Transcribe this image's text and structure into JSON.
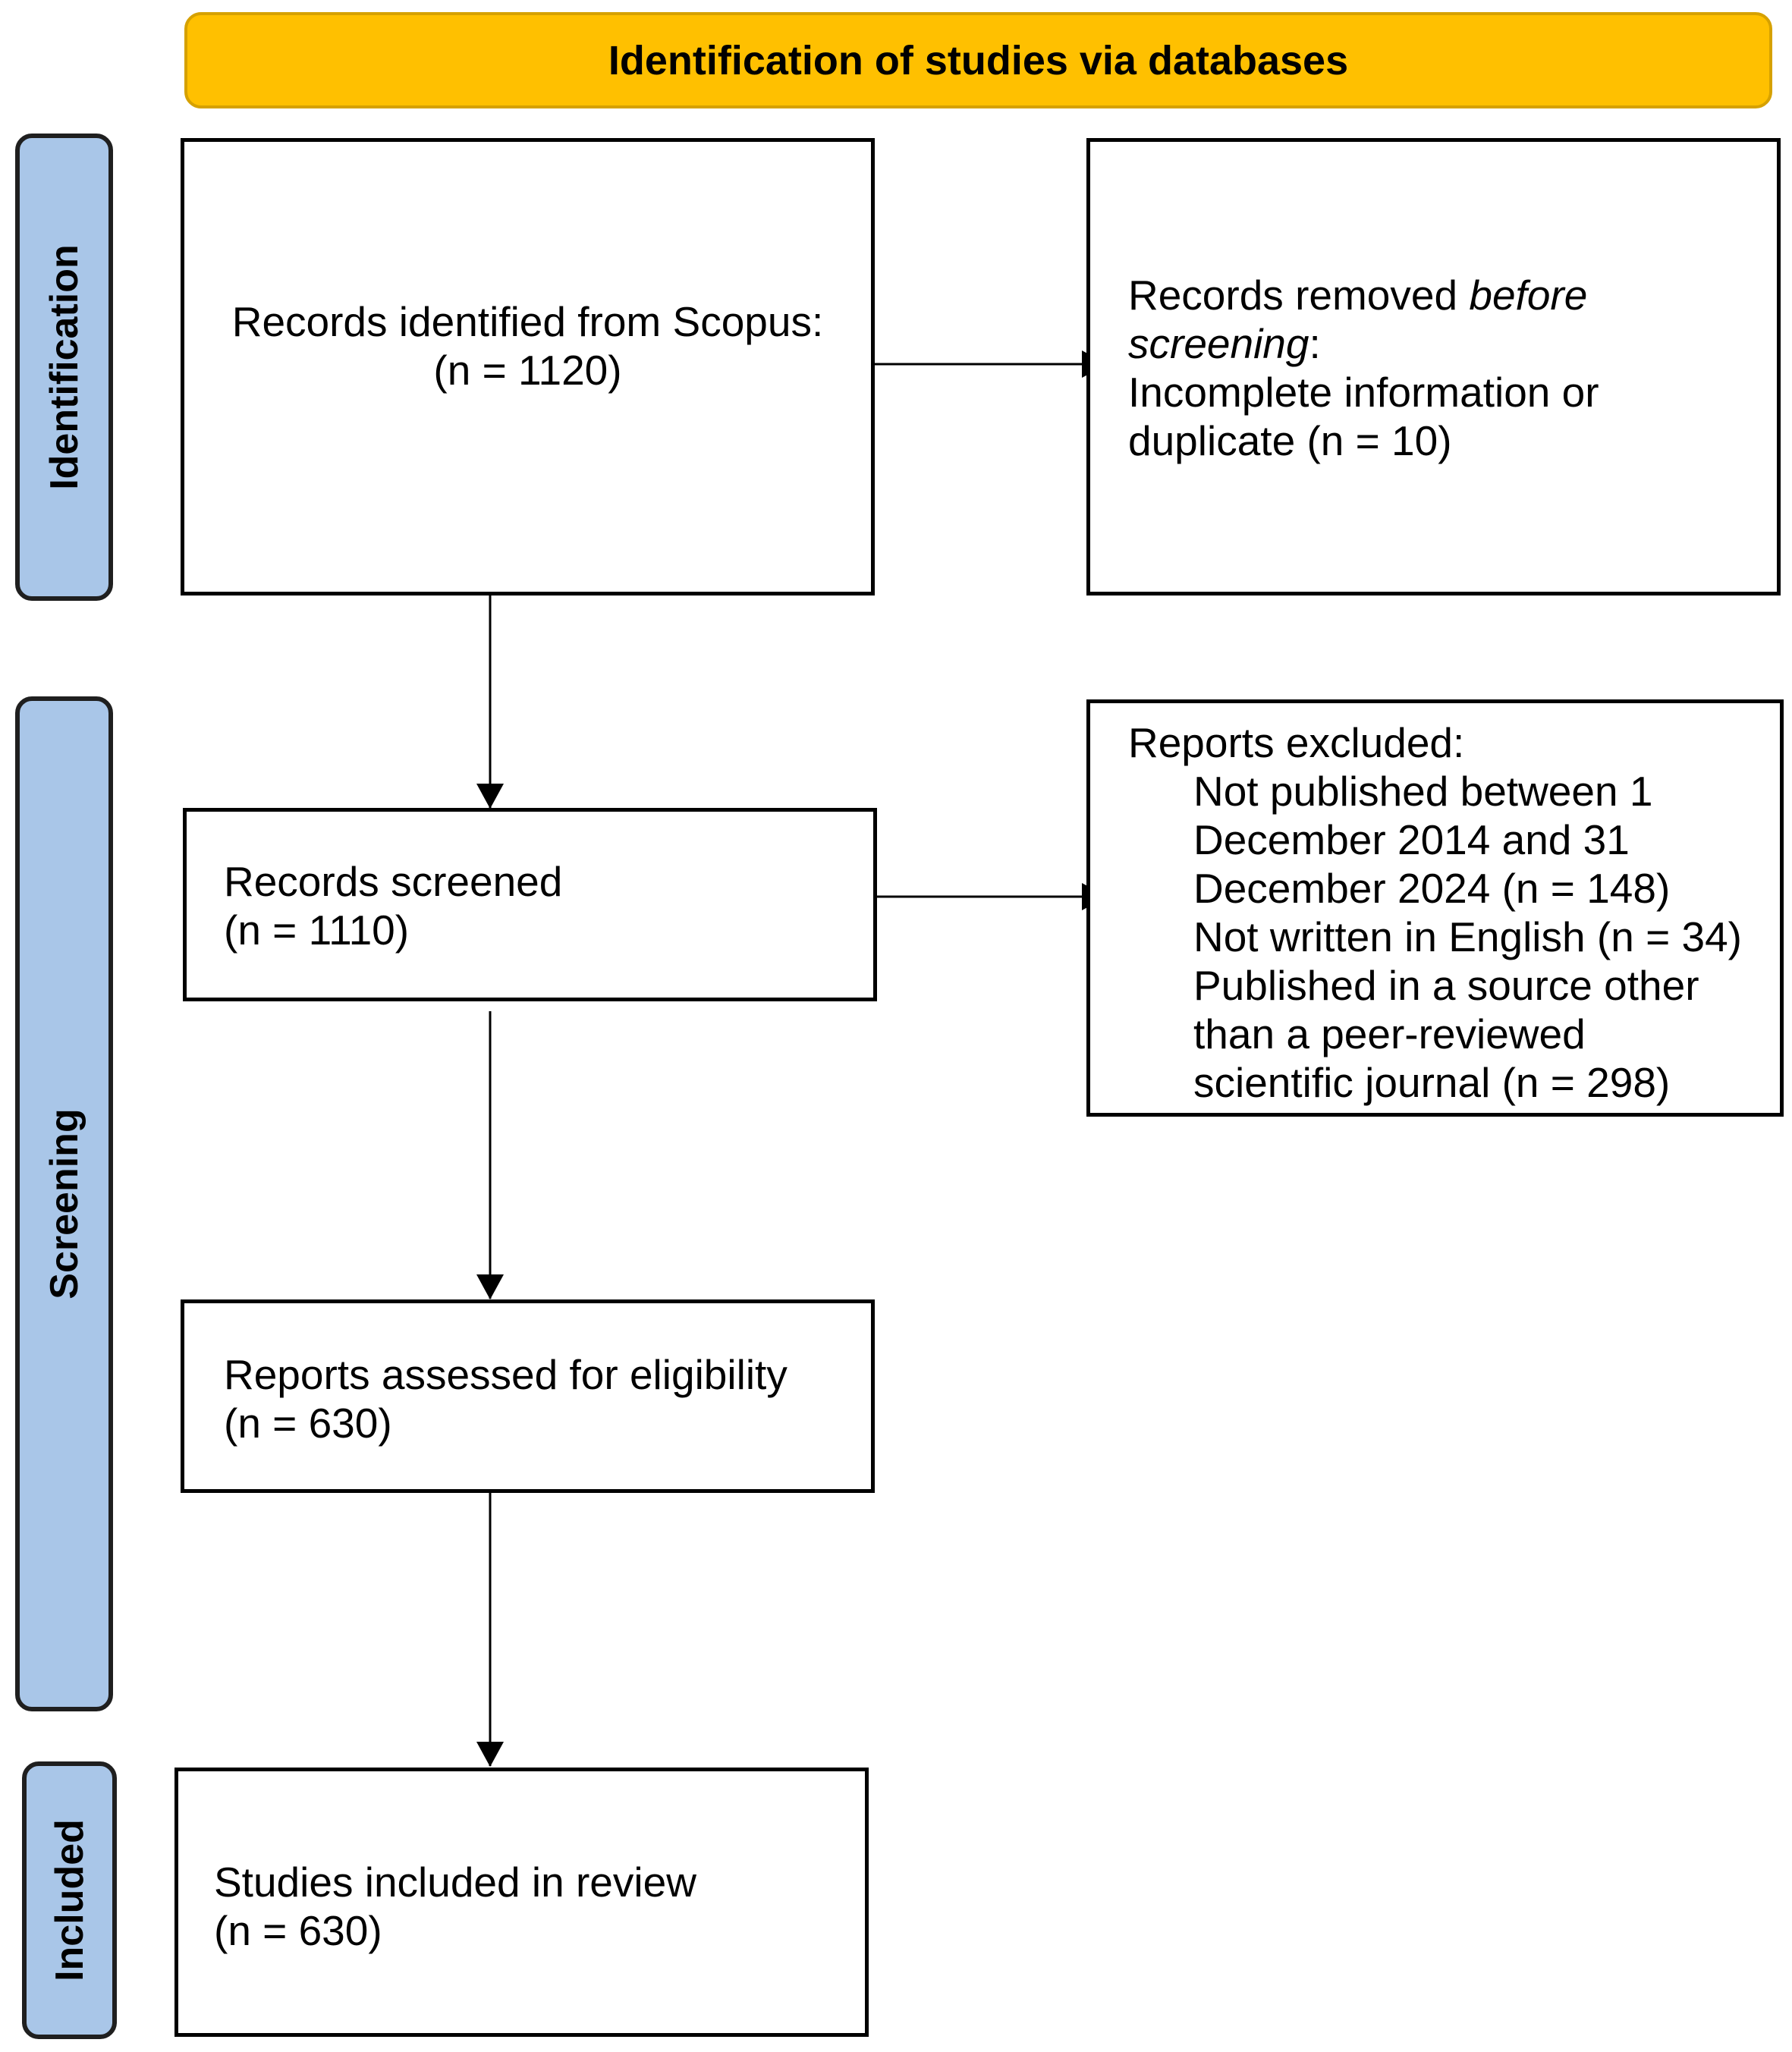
{
  "header": "Identification of studies via databases",
  "phases": {
    "identification": "Identification",
    "screening": "Screening",
    "included": "Included"
  },
  "boxes": {
    "records_identified": {
      "line1": "Records identified from Scopus:",
      "line2": "(n = 1120)"
    },
    "records_removed": {
      "line1_a": "Records removed ",
      "line1_b": "before",
      "line2_a": "screening",
      "line2_b": ":",
      "line3": "Incomplete information or",
      "line4": "duplicate (n = 10)"
    },
    "records_screened": {
      "line1": "Records screened",
      "line2": "(n = 1110)"
    },
    "reports_excluded": {
      "title": "Reports excluded:",
      "lines": [
        "Not published between 1",
        "December 2014 and 31",
        "December 2024 (n = 148)",
        "Not written in English (n = 34)",
        "Published in a source other",
        "than a peer-reviewed",
        "scientific journal (n = 298)"
      ]
    },
    "reports_assessed": {
      "line1": "Reports assessed for eligibility",
      "line2": "(n = 630)"
    },
    "studies_included": {
      "line1": "Studies included in review",
      "line2": "(n = 630)"
    }
  }
}
